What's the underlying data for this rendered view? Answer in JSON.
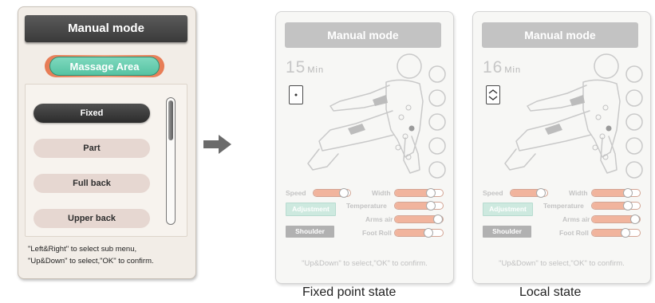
{
  "left_panel": {
    "title": "Manual mode",
    "area_button": "Massage Area",
    "items": [
      "Fixed",
      "Part",
      "Full back",
      "Upper back"
    ],
    "selected_index": 0,
    "hint_line1": "\"Left&Right\" to select sub menu,",
    "hint_line2": "\"Up&Down\" to select,\"OK\" to confirm."
  },
  "screens": [
    {
      "title": "Manual mode",
      "timer_value": "15",
      "timer_unit": "Min",
      "mode_icon": "fixed-point-icon",
      "controls": {
        "speed": "Speed",
        "width": "Width",
        "temperature": "Temperature",
        "arms_air": "Arms air",
        "foot_roll": "Foot Roll",
        "adjustment": "Adjustment",
        "shoulder": "Shoulder"
      },
      "footer": "\"Up&Down\" to select,\"OK\" to confirm.",
      "caption": "Fixed point state"
    },
    {
      "title": "Manual mode",
      "timer_value": "16",
      "timer_unit": "Min",
      "mode_icon": "local-range-icon",
      "controls": {
        "speed": "Speed",
        "width": "Width",
        "temperature": "Temperature",
        "arms_air": "Arms air",
        "foot_roll": "Foot Roll",
        "adjustment": "Adjustment",
        "shoulder": "Shoulder"
      },
      "footer": "\"Up&Down\" to select,\"OK\" to confirm.",
      "caption": "Local state"
    }
  ],
  "colors": {
    "accent_orange": "#f1b49d",
    "accent_green": "#55c3a2",
    "dark_button": "#3a3a3a"
  }
}
